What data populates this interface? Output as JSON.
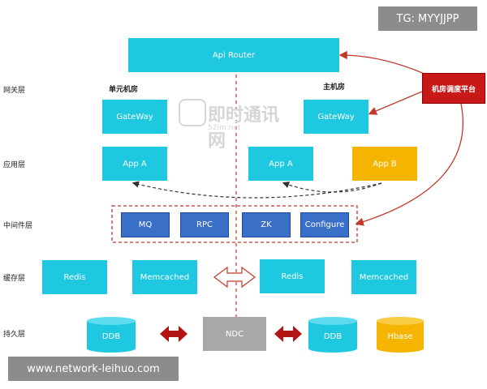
{
  "layers": {
    "gateway": "网关层",
    "app": "应用层",
    "middleware": "中间件层",
    "cache": "缓存层",
    "persistence": "持久层"
  },
  "rooms": {
    "unit": "单元机房",
    "main": "主机房"
  },
  "nodes": {
    "api_router": "Api Router",
    "scheduler": "机房调度平台",
    "gateway_left": "GateWay",
    "gateway_right": "GateWay",
    "app_a_left": "App A",
    "app_a_right": "App A",
    "app_b": "App B",
    "mq": "MQ",
    "rpc": "RPC",
    "zk": "ZK",
    "configure": "Configure",
    "redis_left": "Redis",
    "memcached_left": "Memcached",
    "redis_right": "Redis",
    "memcached_right": "Memcached",
    "ddb_left": "DDB",
    "ndc": "NDC",
    "ddb_right": "DDB",
    "hbase": "Hbase"
  },
  "watermark": {
    "title": "即时通讯网",
    "subtitle": "52im.net"
  },
  "tag": "TG: MYYJJPP",
  "footer": "www.network-leihuo.com",
  "colors": {
    "cyan": "#1ec8e0",
    "amber": "#f5b400",
    "blue": "#3a6fc8",
    "red": "#c81818",
    "gray": "#a8a8a8",
    "dashed_red": "#c0392b"
  }
}
